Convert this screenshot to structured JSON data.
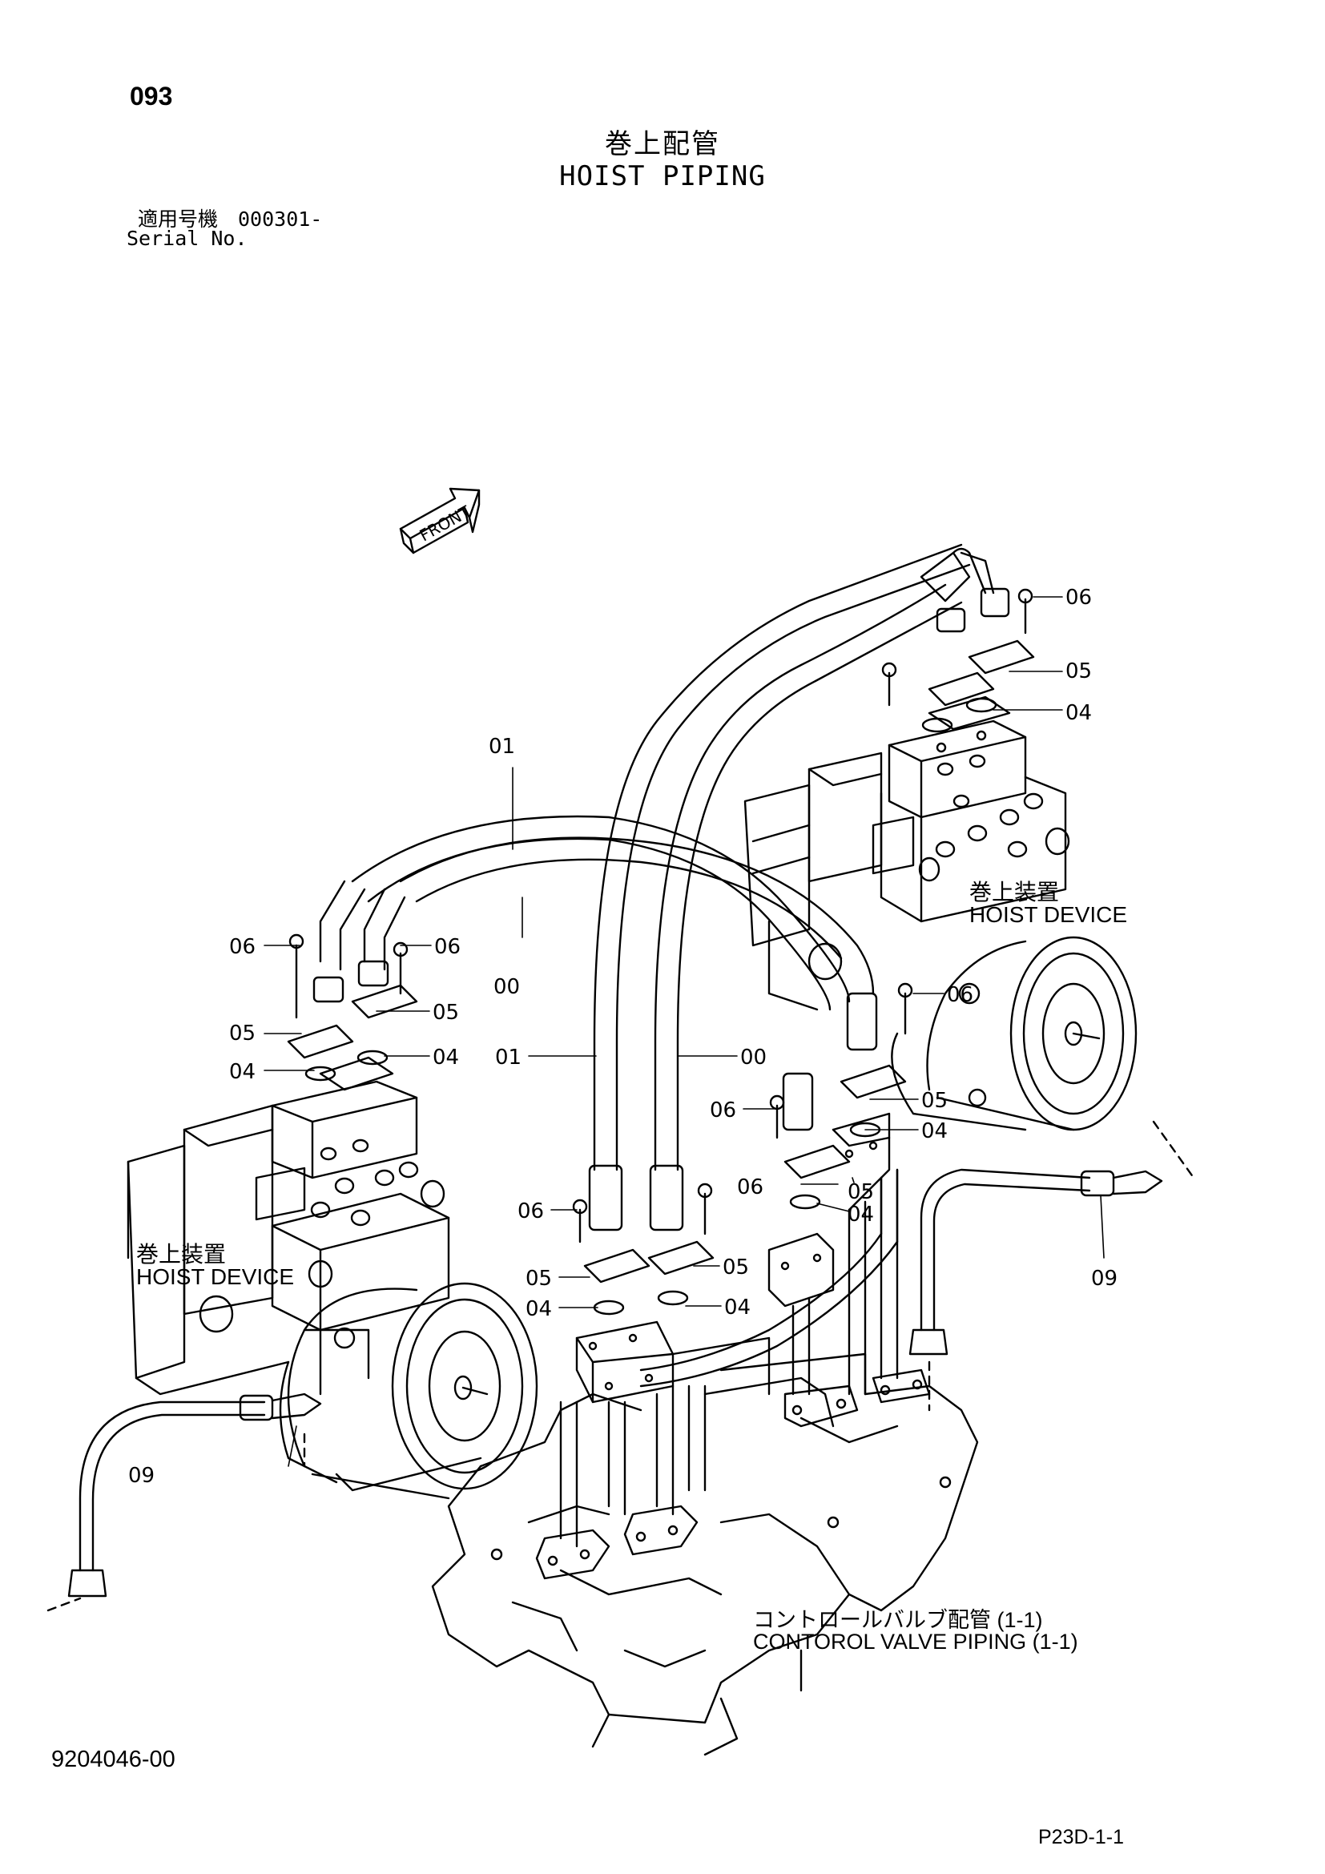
{
  "page_number": "093",
  "title_jp": "巻上配管",
  "title_en": "HOIST PIPING",
  "serial_jp": "適用号機　000301-",
  "serial_en": "Serial No.",
  "front_label": "FRONT",
  "hoist_device_jp": "巻上装置",
  "hoist_device_en": "HOIST DEVICE",
  "control_valve_jp": "コントロールバルブ配管 (1-1)",
  "control_valve_en": "CONTOROL VALVE PIPING (1-1)",
  "doc_number": "9204046-00",
  "page_ref": "P23D-1-1",
  "callouts": {
    "c00": "00",
    "c01": "01",
    "c04": "04",
    "c05": "05",
    "c06": "06",
    "c09": "09"
  },
  "colors": {
    "ink": "#000000",
    "paper": "#ffffff"
  }
}
